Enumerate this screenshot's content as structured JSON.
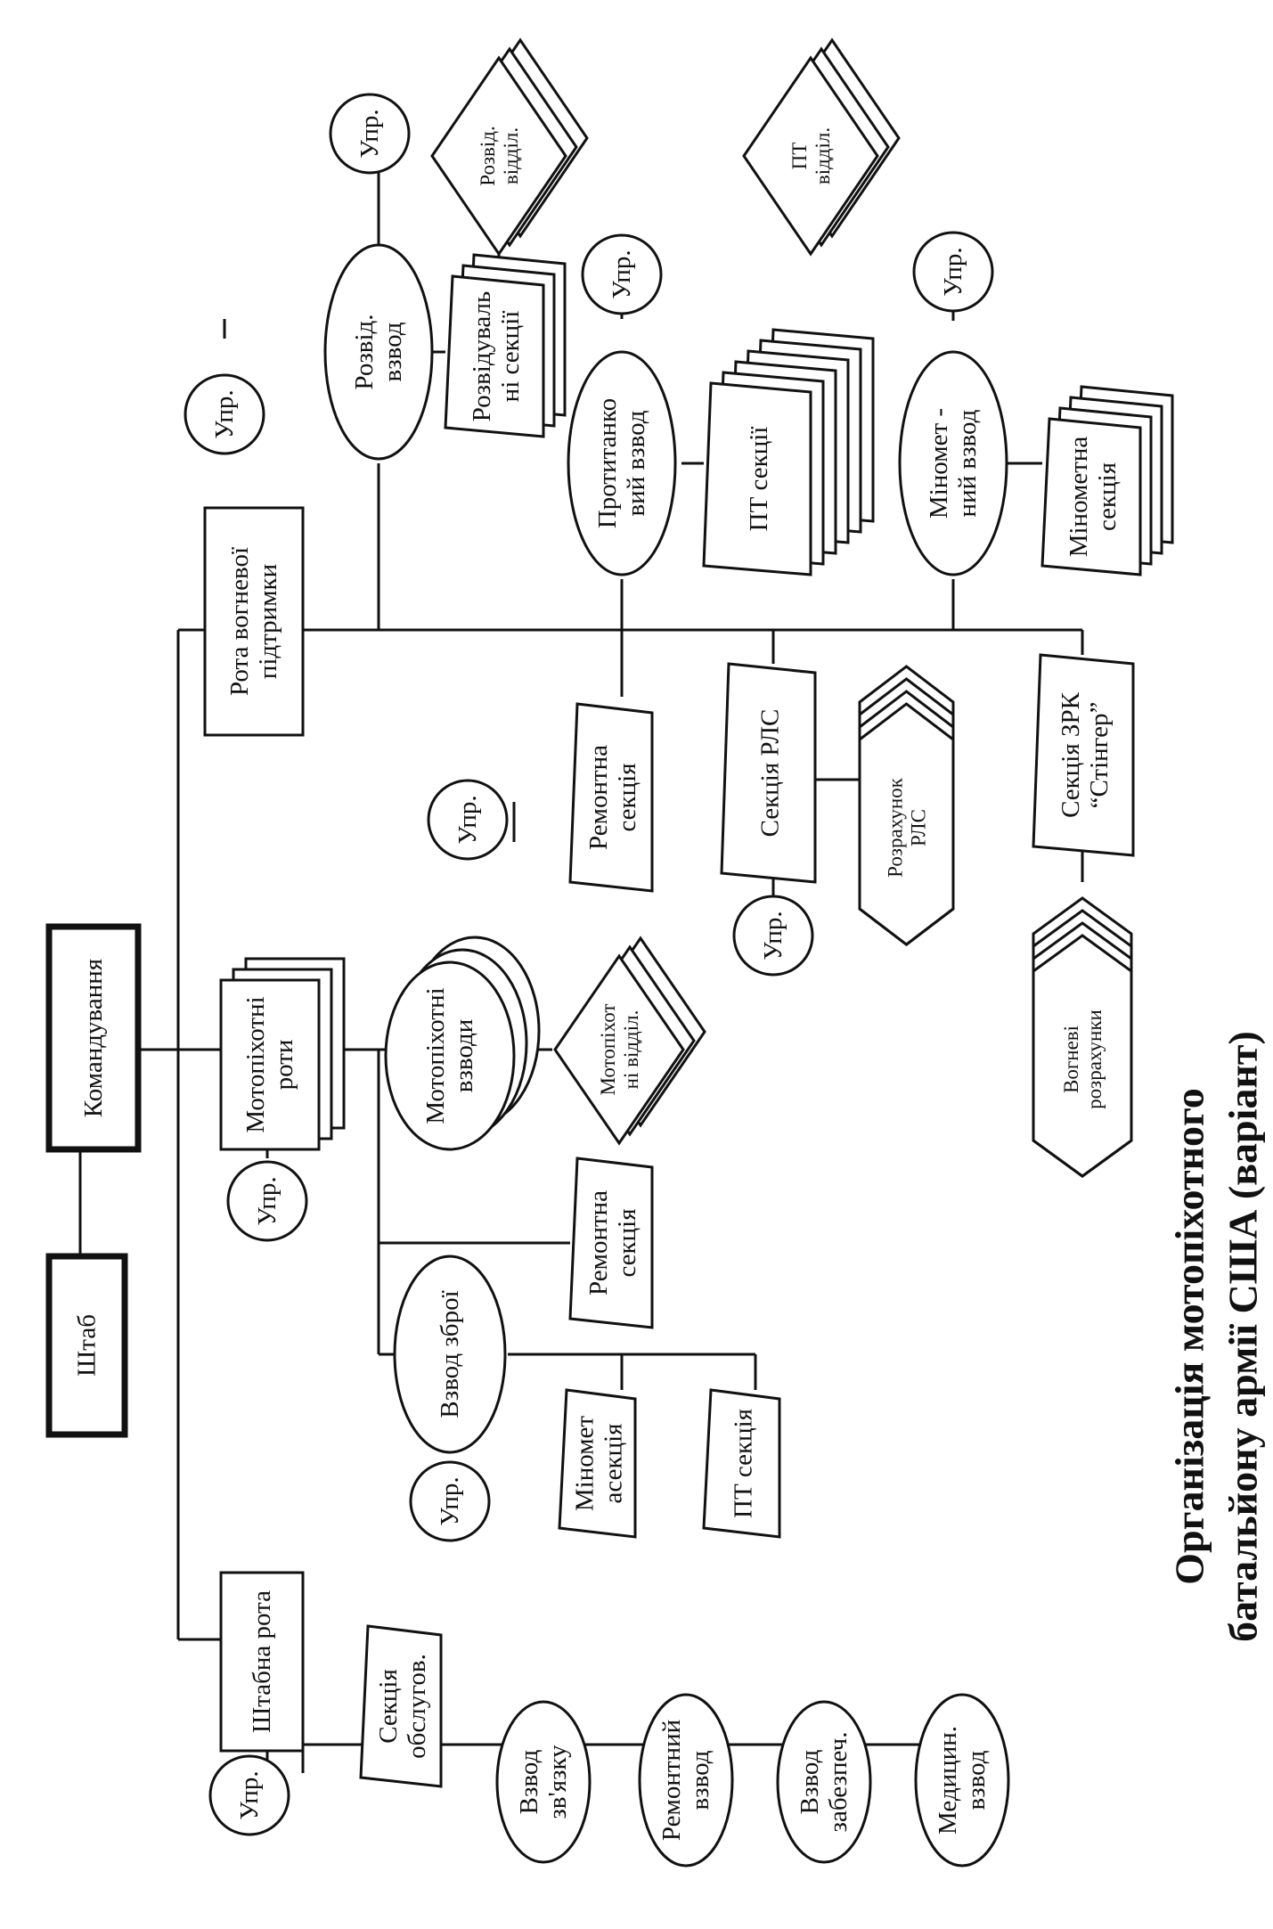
{
  "labels": {
    "shtab": "Штаб",
    "komanduvannya": "Командування",
    "shtabna_rota": "Штабна рота",
    "motopikhotni_roty": [
      "Мотопіхотні",
      "роти"
    ],
    "rota_vohnevoi": [
      "Рота вогневої",
      "підтримки"
    ],
    "upr": "Упр.",
    "sektsiya_obsluhov": [
      "Секція",
      "обслугов."
    ],
    "vzvod_zvyazku": [
      "Взвод",
      "зв'язку"
    ],
    "remontnyi_vzvod": [
      "Ремонтний",
      "взвод"
    ],
    "vzvod_zabezpech": [
      "Взвод",
      "забезпеч."
    ],
    "medytsyn_vzvod": [
      "Медицин.",
      "взвод"
    ],
    "vzvod_zbroi": "Взвод зброї",
    "minometna_sektsiya_a": [
      "Міномет",
      "асекція"
    ],
    "pt_sektsiya": "ПТ секція",
    "remontna_sektsiya": [
      "Ремонтна",
      "секція"
    ],
    "motopikhotni_vzvody": [
      "Мотопіхотні",
      "взводи"
    ],
    "motopikhotni_viddil": [
      "Мотопіхот",
      "ні відділ."
    ],
    "sektsiya_rls": "Секція РЛС",
    "rozrakhunok_rls": [
      "Розрахунок",
      "РЛС"
    ],
    "sektsiya_zrk": [
      "Секція ЗРК",
      "“Стінгер”"
    ],
    "vohnevi_rozrakhunky": [
      "Вогневі",
      "розрахунки"
    ],
    "rozvid_vzvod": [
      "Розвід.",
      "взвод"
    ],
    "rozviduvalni_sektsii": [
      "Розвідуваль",
      "ні секції"
    ],
    "rozvid_viddil": [
      "Розвід.",
      "відділ."
    ],
    "protytankovyi_vzvod": [
      "Протитанко",
      "вий взвод"
    ],
    "pt_sektsii": "ПТ секції",
    "pt_viddil": [
      "ПТ",
      "відділ."
    ],
    "minometnyi_vzvod": [
      "Міномет -",
      "ний взвод"
    ],
    "minometna_sektsiya": [
      "Мінометна",
      "секція"
    ]
  },
  "title": {
    "line1": "Організація мотопіхотного",
    "line2": "батальйону армії США (варіант)"
  }
}
